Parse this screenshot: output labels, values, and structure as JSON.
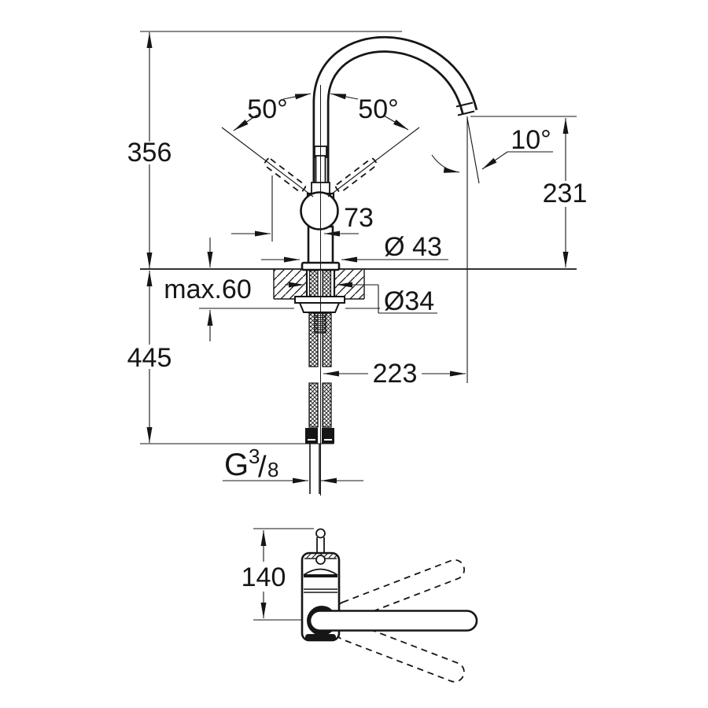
{
  "colors": {
    "ink": "#161616",
    "background": "#ffffff"
  },
  "main_view": {
    "height_total": "356",
    "height_below": "445",
    "counter_thickness_max": "max.60",
    "lever_offset": "73",
    "body_diameter": "Ø 43",
    "shank_diameter": "Ø34",
    "spout_reach": "223",
    "spout_height": "231",
    "lever_angle_left": "50°",
    "lever_angle_right": "50°",
    "spray_angle": "10°",
    "thread_letter": "G",
    "thread_numerator": "3",
    "thread_slash": "/",
    "thread_denominator": "8"
  },
  "top_view": {
    "swivel_depth": "140"
  }
}
